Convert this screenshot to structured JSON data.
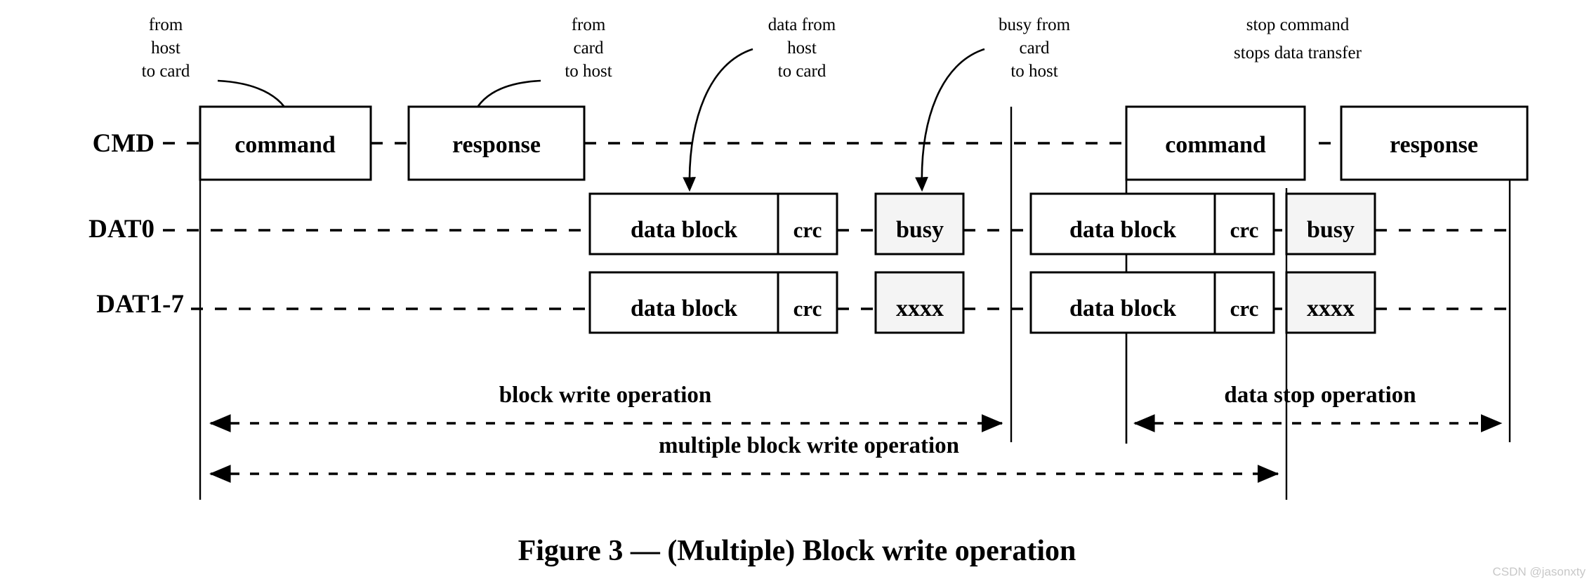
{
  "figure": {
    "caption": "Figure 3 — (Multiple) Block write operation",
    "watermark": "CSDN @jasonxty"
  },
  "row_labels": {
    "cmd": "CMD",
    "dat0": "DAT0",
    "dat1_7": "DAT1-7"
  },
  "annotations": [
    {
      "id": "host-to-card",
      "line1": "from",
      "line2": "host",
      "line3": "to card"
    },
    {
      "id": "card-to-host",
      "line1": "from",
      "line2": "card",
      "line3": "to host"
    },
    {
      "id": "data-host-to-card",
      "line1": "data from",
      "line2": "host",
      "line3": "to card"
    },
    {
      "id": "busy-card-to-host",
      "line1": "busy from",
      "line2": "card",
      "line3": "to host"
    },
    {
      "id": "stop-command",
      "line1": "stop command",
      "line2": "stops data transfer",
      "line3": ""
    }
  ],
  "cmd_row": {
    "command_1": "command",
    "response_1": "response",
    "command_2": "command",
    "response_2": "response"
  },
  "dat0_row": {
    "data_block_1": "data block",
    "crc_1": "crc",
    "busy_1": "busy",
    "data_block_2": "data block",
    "crc_2": "crc",
    "busy_2": "busy"
  },
  "dat1_7_row": {
    "data_block_1": "data block",
    "crc_1": "crc",
    "xxxx_1": "xxxx",
    "data_block_2": "data block",
    "crc_2": "crc",
    "xxxx_2": "xxxx"
  },
  "measures": {
    "block_write": "block write operation",
    "data_stop": "data stop operation",
    "multiple_block_write": "multiple block write operation"
  },
  "colors": {
    "line": "#000000",
    "busy_fill": "#f4f4f4",
    "box_fill": "#ffffff",
    "watermark": "#c8c8c8"
  }
}
